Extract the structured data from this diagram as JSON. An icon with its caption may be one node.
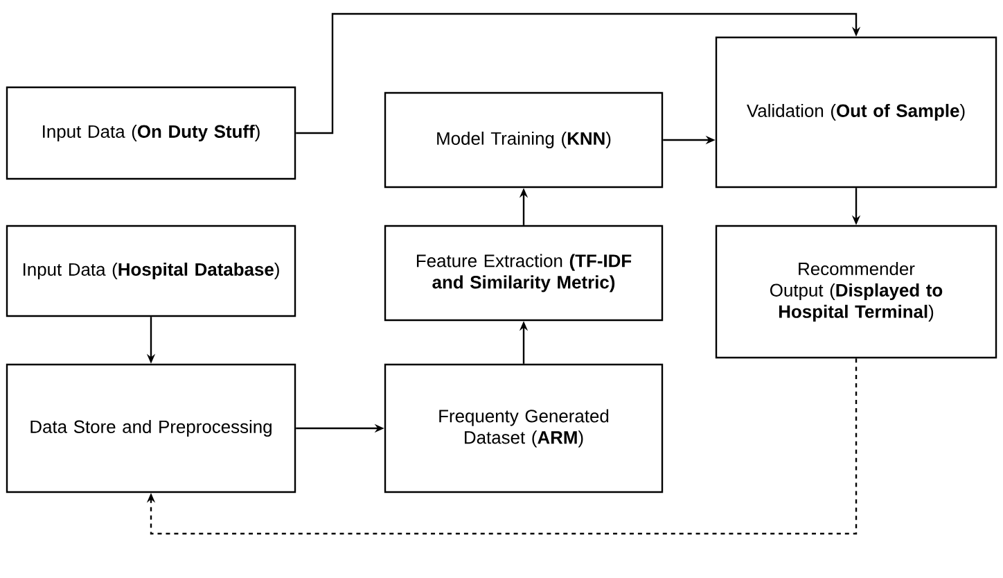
{
  "diagram": {
    "nodes": [
      {
        "text": [
          "Input Data (**On Duty Stuff**)"
        ]
      },
      {
        "text": [
          "Model Training (**KNN**)"
        ]
      },
      {
        "text": [
          "Validation (**Out of Sample**)"
        ]
      },
      {
        "text": [
          "Input Data (**Hospital Database**)"
        ]
      },
      {
        "text": [
          "Feature Extraction **(TF-IDF and Similarity Metric)**"
        ]
      },
      {
        "text": [
          "Recommender Output (**Displayed to Hospital Terminal**)"
        ]
      },
      {
        "text": [
          "Data Store and Preprocessing"
        ]
      },
      {
        "text": [
          "Frequenty Generated Dataset (**ARM**)"
        ]
      }
    ],
    "edges": [
      {
        "from": 0,
        "to": 2,
        "arrow": "to"
      },
      {
        "from": 1,
        "to": 2,
        "arrow": "to"
      },
      {
        "from": 2,
        "to": 5,
        "arrow": "to"
      },
      {
        "from": 3,
        "to": 6,
        "arrow": "to"
      },
      {
        "from": 6,
        "to": 7,
        "arrow": "to"
      },
      {
        "from": 7,
        "to": 4,
        "arrow": "to"
      },
      {
        "from": 4,
        "to": 1,
        "arrow": "to"
      },
      {
        "from": 5,
        "to": 6,
        "arrow": "to",
        "style": "dashed"
      }
    ]
  }
}
